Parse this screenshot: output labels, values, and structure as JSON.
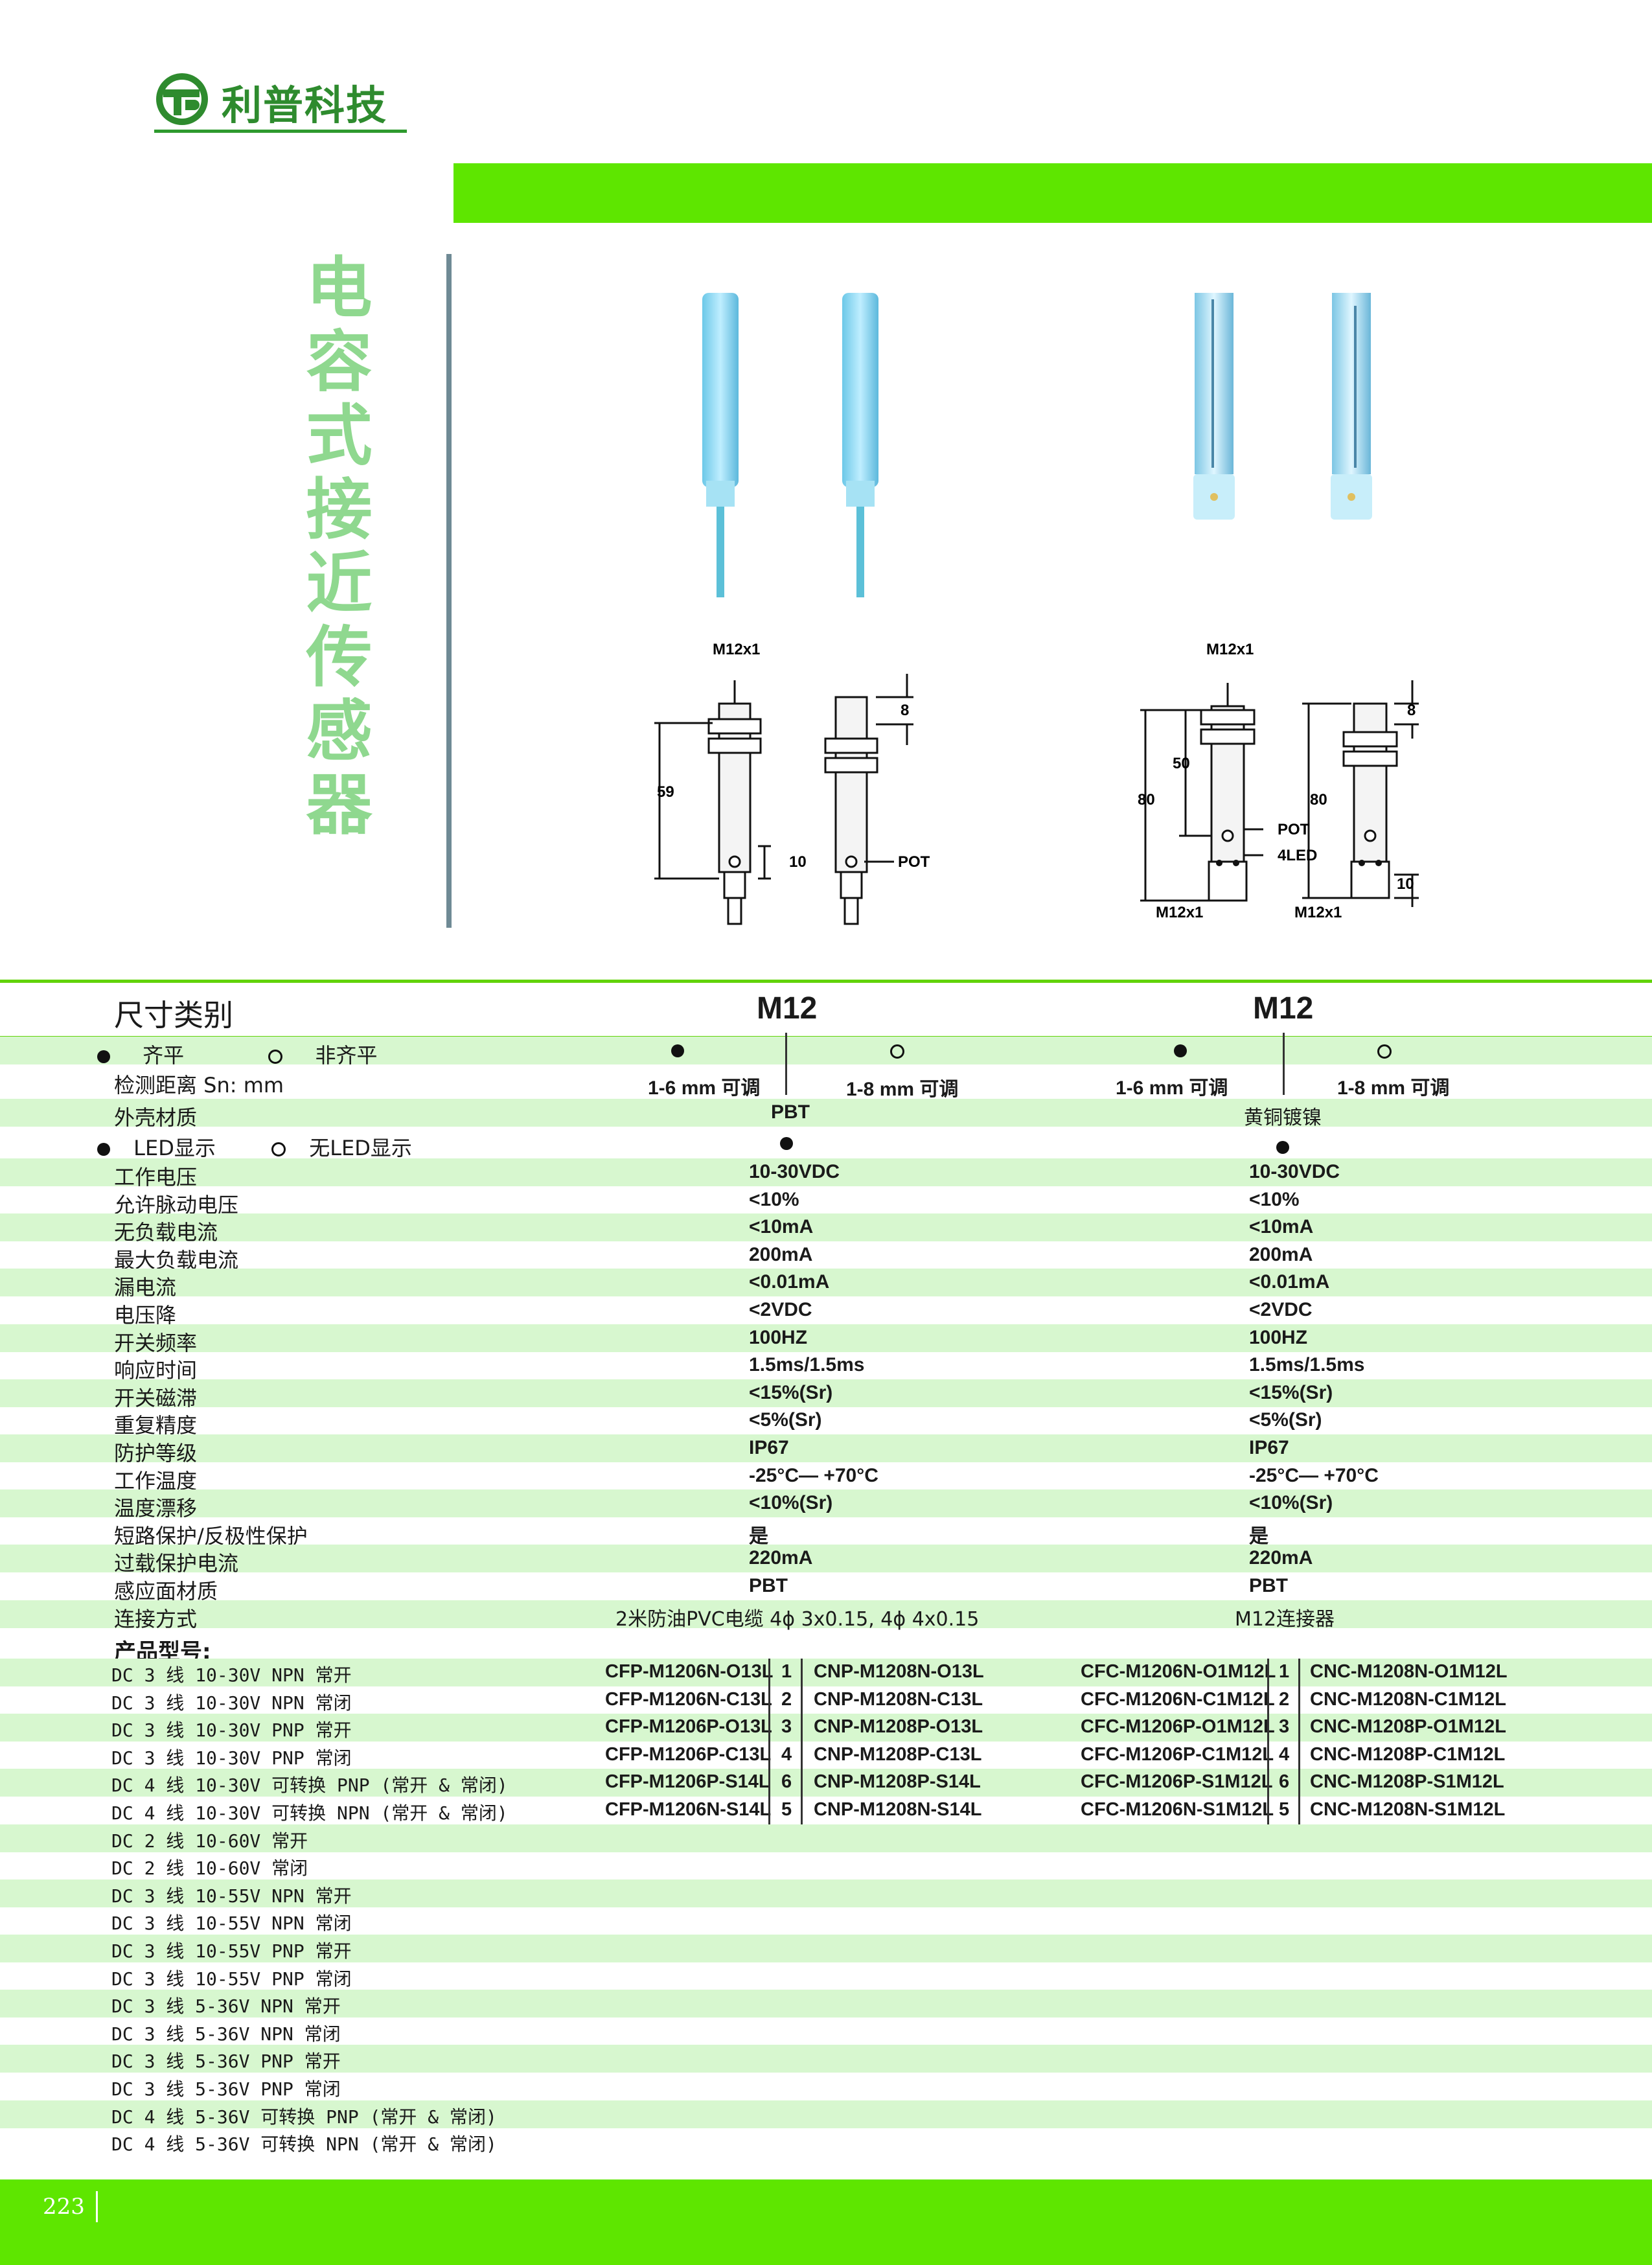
{
  "brand": {
    "name": "利普科技"
  },
  "title": "电容式接近传感器",
  "diagrams": {
    "left": {
      "thread": "M12x1",
      "length": "59",
      "d10": "10",
      "d8": "8",
      "pot": "POT"
    },
    "right": {
      "thread": "M12x1",
      "d50": "50",
      "d80a": "80",
      "d80b": "80",
      "d8": "8",
      "pot": "POT",
      "led": "4LED",
      "d10": "10",
      "thread_bottom_a": "M12x1",
      "thread_bottom_b": "M12x1"
    }
  },
  "table": {
    "size_label": "尺寸类别",
    "col_m12_a": "M12",
    "col_m12_b": "M12",
    "flush_label": "齐平",
    "nonflush_label": "非齐平",
    "rows": [
      {
        "label": "检测距离   Sn: mm",
        "v1": "1-6 mm 可调",
        "v2": "1-8 mm 可调",
        "v3": "1-6 mm 可调",
        "v4": "1-8 mm 可调"
      },
      {
        "label": "外壳材质",
        "a": "PBT",
        "b": "黄铜镀镍"
      },
      {
        "label_led": "LED显示",
        "label_noled": "无LED显示"
      },
      {
        "label": "工作电压",
        "a": "10-30VDC",
        "b": "10-30VDC"
      },
      {
        "label": "允许脉动电压",
        "a": "<10%",
        "b": "<10%"
      },
      {
        "label": "无负载电流",
        "a": "<10mA",
        "b": "<10mA"
      },
      {
        "label": "最大负载电流",
        "a": "200mA",
        "b": "200mA"
      },
      {
        "label": "漏电流",
        "a": "<0.01mA",
        "b": "<0.01mA"
      },
      {
        "label": "电压降",
        "a": "<2VDC",
        "b": "<2VDC"
      },
      {
        "label": "开关频率",
        "a": "100HZ",
        "b": "100HZ"
      },
      {
        "label": "响应时间",
        "a": "1.5ms/1.5ms",
        "b": "1.5ms/1.5ms"
      },
      {
        "label": "开关磁滞",
        "a": "<15%(Sr)",
        "b": "<15%(Sr)"
      },
      {
        "label": "重复精度",
        "a": "<5%(Sr)",
        "b": "<5%(Sr)"
      },
      {
        "label": "防护等级",
        "a": "IP67",
        "b": "IP67"
      },
      {
        "label": "工作温度",
        "a": "-25°C— +70°C",
        "b": "-25°C— +70°C"
      },
      {
        "label": "温度漂移",
        "a": "<10%(Sr)",
        "b": "<10%(Sr)"
      },
      {
        "label": "短路保护/反极性保护",
        "a": "是",
        "b": "是"
      },
      {
        "label": "过载保护电流",
        "a": "220mA",
        "b": "220mA"
      },
      {
        "label": "感应面材质",
        "a": "PBT",
        "b": "PBT"
      },
      {
        "label": "连接方式",
        "a": "2米防油PVC电缆 4ϕ 3x0.15, 4ϕ 4x0.15",
        "b": "M12连接器"
      }
    ],
    "models_label": "产品型号:",
    "models": [
      {
        "label": "DC 3 线 10-30V NPN 常开",
        "p1": "CFP-M1206N-O13L",
        "n1": "1",
        "p2": "CNP-M1208N-O13L",
        "p3": "CFC-M1206N-O1M12L",
        "n2": "1",
        "p4": "CNC-M1208N-O1M12L"
      },
      {
        "label": "DC 3 线 10-30V NPN 常闭",
        "p1": "CFP-M1206N-C13L",
        "n1": "2",
        "p2": "CNP-M1208N-C13L",
        "p3": "CFC-M1206N-C1M12L",
        "n2": "2",
        "p4": "CNC-M1208N-C1M12L"
      },
      {
        "label": "DC 3 线 10-30V PNP 常开",
        "p1": "CFP-M1206P-O13L",
        "n1": "3",
        "p2": "CNP-M1208P-O13L",
        "p3": "CFC-M1206P-O1M12L",
        "n2": "3",
        "p4": "CNC-M1208P-O1M12L"
      },
      {
        "label": "DC 3 线 10-30V PNP 常闭",
        "p1": "CFP-M1206P-C13L",
        "n1": "4",
        "p2": "CNP-M1208P-C13L",
        "p3": "CFC-M1206P-C1M12L",
        "n2": "4",
        "p4": "CNC-M1208P-C1M12L"
      },
      {
        "label": "DC 4 线 10-30V 可转换 PNP (常开 & 常闭)",
        "p1": "CFP-M1206P-S14L",
        "n1": "6",
        "p2": "CNP-M1208P-S14L",
        "p3": "CFC-M1206P-S1M12L",
        "n2": "6",
        "p4": "CNC-M1208P-S1M12L"
      },
      {
        "label": "DC 4 线 10-30V 可转换 NPN (常开 & 常闭)",
        "p1": "CFP-M1206N-S14L",
        "n1": "5",
        "p2": "CNP-M1208N-S14L",
        "p3": "CFC-M1206N-S1M12L",
        "n2": "5",
        "p4": "CNC-M1208N-S1M12L"
      },
      {
        "label": "DC 2 线 10-60V 常开"
      },
      {
        "label": "DC 2 线 10-60V 常闭"
      },
      {
        "label": "DC 3 线 10-55V NPN 常开"
      },
      {
        "label": "DC 3 线 10-55V NPN 常闭"
      },
      {
        "label": "DC 3 线 10-55V PNP 常开"
      },
      {
        "label": "DC 3 线 10-55V PNP 常闭"
      },
      {
        "label": "DC 3 线 5-36V  NPN 常开"
      },
      {
        "label": "DC 3 线 5-36V  NPN 常闭"
      },
      {
        "label": "DC 3 线 5-36V  PNP 常开"
      },
      {
        "label": "DC 3 线 5-36V  PNP 常闭"
      },
      {
        "label": "DC 4 线 5-36V 可转换 PNP (常开 & 常闭)"
      },
      {
        "label": "DC 4 线 5-36V 可转换 NPN (常开 & 常闭)"
      }
    ]
  },
  "footer": {
    "page": "223"
  },
  "colors": {
    "green_band": "#5ee600",
    "row_green": "#d7f7cf",
    "title_green": "#8fd88f",
    "sensor_blue": "#8ed8f0"
  }
}
